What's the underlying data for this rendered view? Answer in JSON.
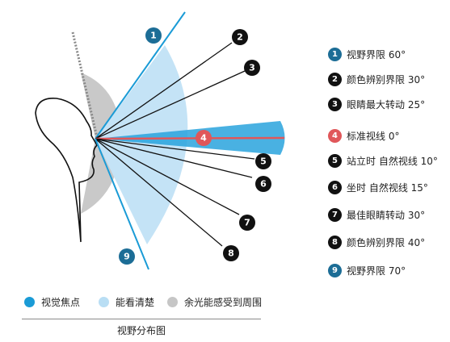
{
  "legend": [
    {
      "num": "1",
      "text": "视野界限 60°",
      "color": "#1c6d96"
    },
    {
      "num": "2",
      "text": "颜色辨别界限 30°",
      "color": "#111111"
    },
    {
      "num": "3",
      "text": "眼睛最大转动 25°",
      "color": "#111111"
    },
    {
      "num": "4",
      "text": "标准视线 0°",
      "color": "#e0575a"
    },
    {
      "num": "5",
      "text": "站立时 自然视线 10°",
      "color": "#111111"
    },
    {
      "num": "6",
      "text": "坐时 自然视线 15°",
      "color": "#111111"
    },
    {
      "num": "7",
      "text": "最佳眼睛转动 30°",
      "color": "#111111"
    },
    {
      "num": "8",
      "text": "颜色辨别界限 40°",
      "color": "#111111"
    },
    {
      "num": "9",
      "text": "视野界限 70°",
      "color": "#1c6d96"
    }
  ],
  "key": [
    {
      "text": "视觉焦点",
      "color": "#1a9bd6"
    },
    {
      "text": "能看清楚",
      "color": "#b9def4"
    },
    {
      "text": "余光能感受到周围",
      "color": "#c6c6c6"
    }
  ],
  "caption": "视野分布图",
  "colors": {
    "line_blue": "#1a9bd6",
    "focus_blue": "#29a3dd",
    "clear_zone": "#c4e3f6",
    "peripheral": "#c9c9c9",
    "red_line": "#e0575a"
  },
  "diagram": {
    "badge_labels": [
      "1",
      "2",
      "3",
      "4",
      "5",
      "6",
      "7",
      "8",
      "9"
    ]
  }
}
